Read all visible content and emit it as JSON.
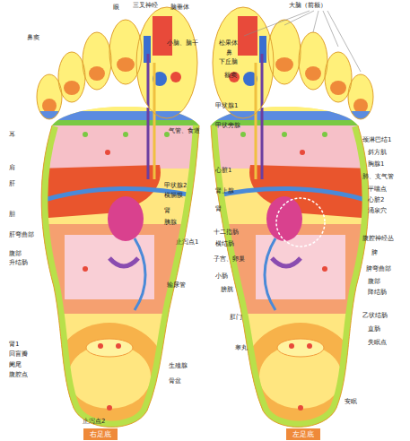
{
  "diagram": {
    "nodes": [
      {
        "text": [
          "右足底"
        ]
      },
      {
        "text": [
          "左足底"
        ]
      }
    ],
    "edges": [],
    "labels": [
      "眼",
      "三叉神经",
      "脑垂体",
      "鼻窦",
      "小脑、脑干",
      "气管、食道",
      "耳",
      "肩",
      "肝",
      "甲状腺2",
      "横膈膜",
      "肾",
      "胆",
      "胰腺",
      "肝弯曲部",
      "止泻点1",
      "腹部",
      "升结肠",
      "输尿管",
      "肾1",
      "回盲瓣",
      "阑尾",
      "腹腔点",
      "生殖腺",
      "骨盆",
      "止泻点2",
      "大脑（前额）",
      "松果体",
      "鼻",
      "下丘脑",
      "额窦",
      "甲状腺1",
      "甲状旁腺",
      "心脏1",
      "肾上腺",
      "肾",
      "十二指肠",
      "横结肠",
      "子宫、卵巢",
      "小肠",
      "膀胱",
      "肛门",
      "睾丸",
      "颈淋巴结1",
      "斜方肌",
      "胸腺1",
      "肺、支气管",
      "平喘点",
      "心脏2",
      "涌泉穴",
      "腹腔神经丛",
      "脾",
      "脾弯曲部",
      "腹部",
      "降结肠",
      "乙状结肠",
      "直肠",
      "失眠点",
      "安眠"
    ]
  }
}
